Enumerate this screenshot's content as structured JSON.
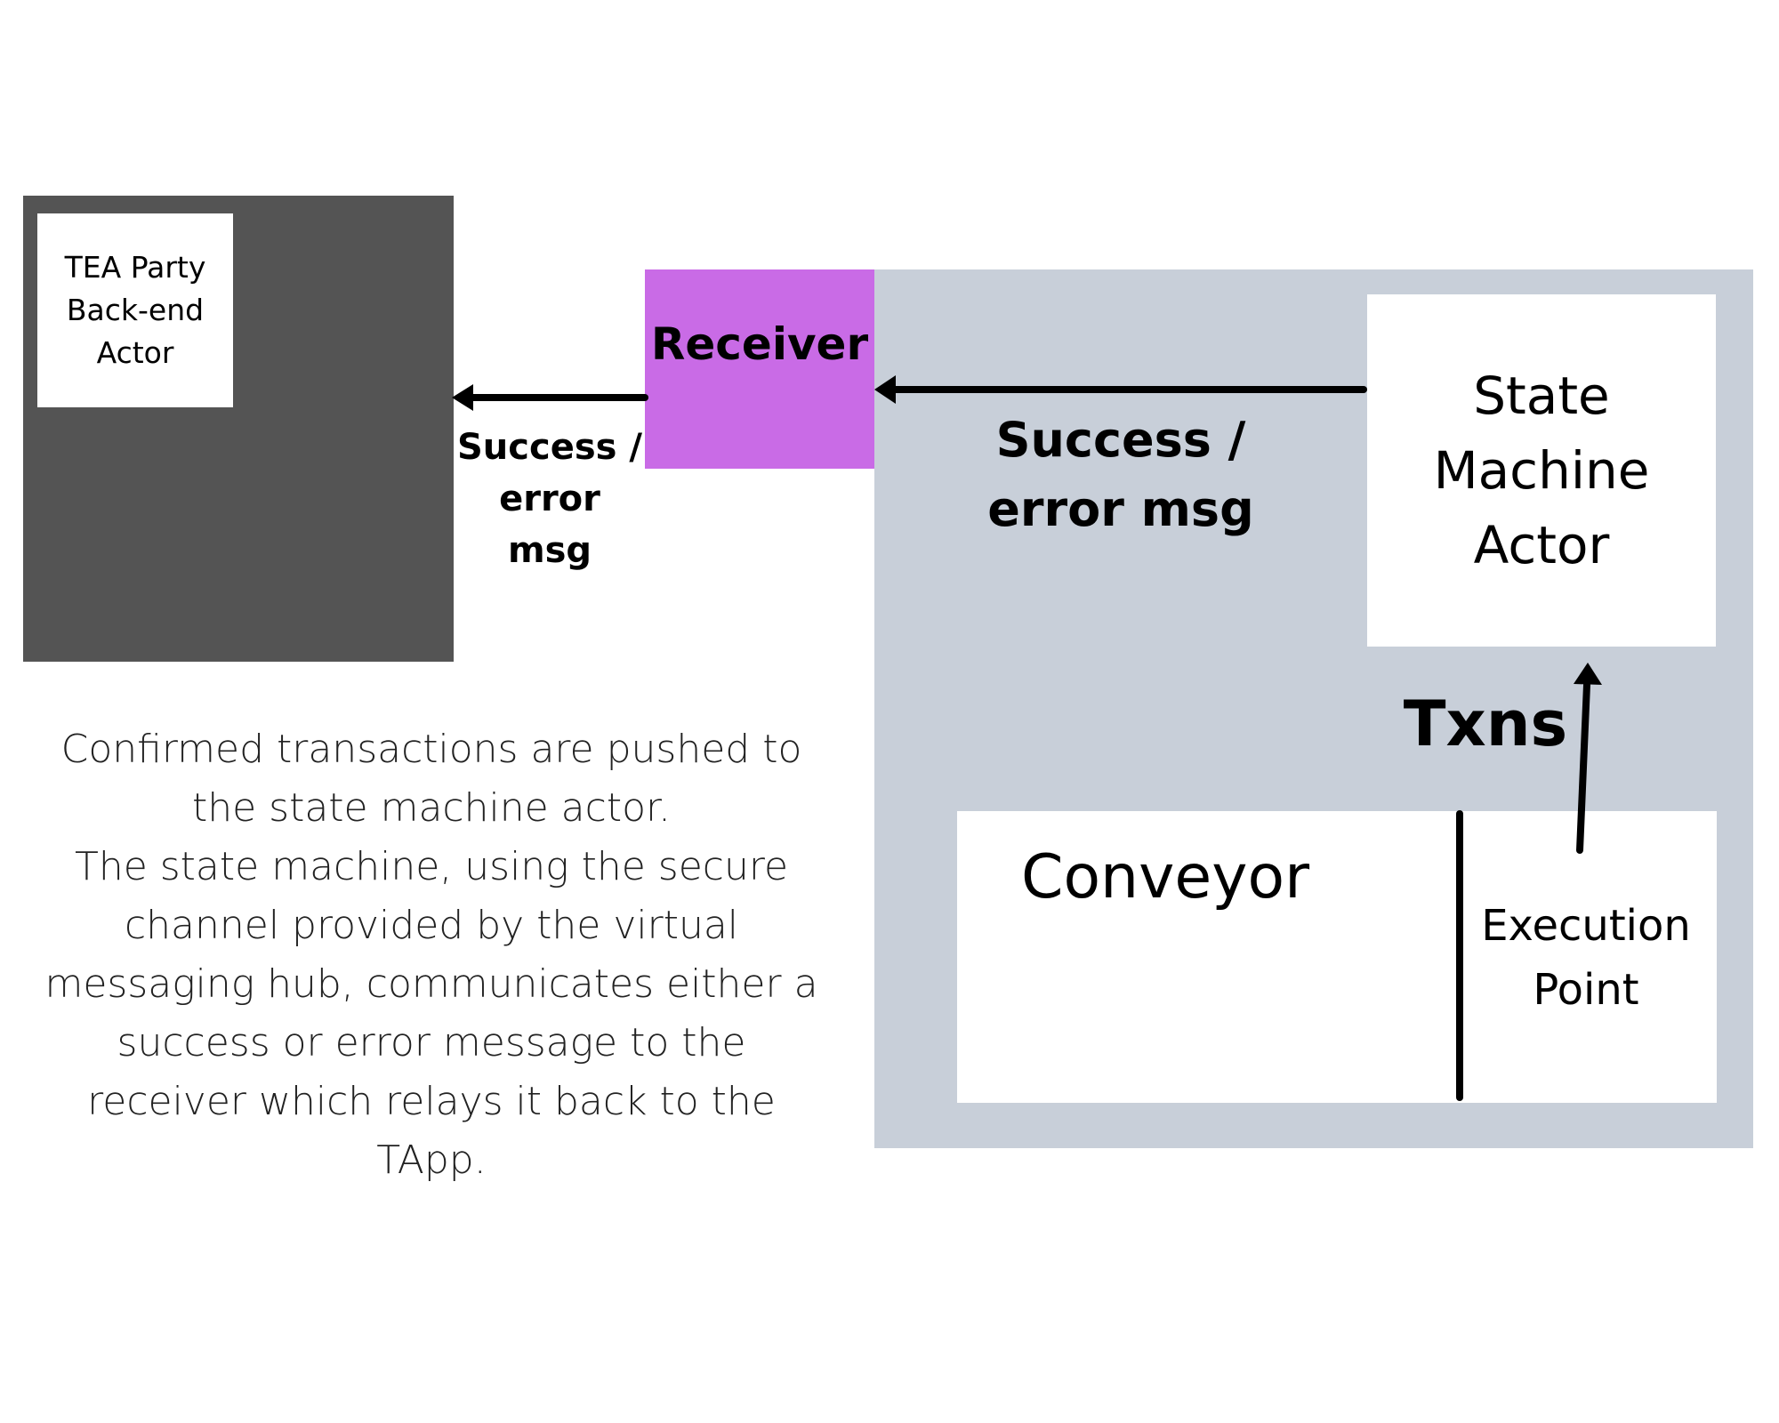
{
  "backend": {
    "actor_label": "TEA Party\nBack-end\nActor"
  },
  "receiver": {
    "label": "Receiver"
  },
  "state_machine": {
    "label": "State\nMachine\nActor"
  },
  "conveyor": {
    "label": "Conveyor",
    "execution_point_label": "Execution\nPoint"
  },
  "arrows": {
    "receiver_to_backend_label": "Success /\nerror msg",
    "state_machine_to_receiver_label": "Success /\nerror msg",
    "execution_to_state_machine_label": "Txns"
  },
  "description": "Confirmed transactions are pushed to\nthe state machine actor.\nThe state machine, using the secure\nchannel provided by the virtual\nmessaging hub, communicates either a\nsuccess or error message to the\nreceiver which relays it back to the TApp.",
  "colors": {
    "backend_box": "#545454",
    "hub_panel": "#c8cfd9",
    "receiver": "#c96be6",
    "white_box": "#ffffff",
    "arrow": "#000000"
  }
}
